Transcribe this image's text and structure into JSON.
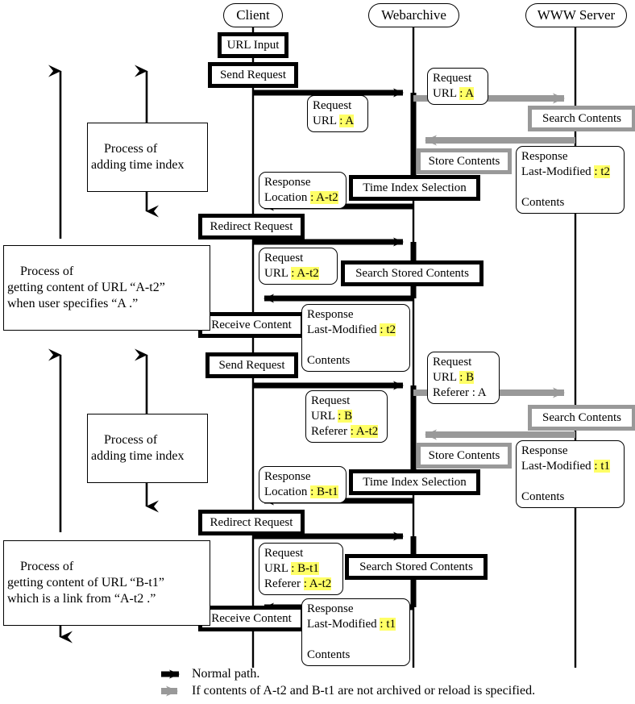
{
  "diagram": {
    "title": "Webarchive time-index sequence diagram",
    "colors": {
      "normal_path": "#000000",
      "alt_path": "#999999",
      "highlight": "#ffff66",
      "background": "#ffffff"
    }
  },
  "actors": [
    {
      "id": "client",
      "label": "Client"
    },
    {
      "id": "webarchive",
      "label": "Webarchive"
    },
    {
      "id": "server",
      "label": "WWW Server"
    }
  ],
  "process_labels": [
    {
      "id": "p1",
      "text": "Process of\nadding time index"
    },
    {
      "id": "p2",
      "text": "Process of\ngetting content of URL “A-t2”\nwhen user specifies “A .”"
    },
    {
      "id": "p3",
      "text": "Process of\nadding time index"
    },
    {
      "id": "p4",
      "text": "Process of\ngetting content of URL “B-t1”\nwhich is a link from “A-t2 .”"
    }
  ],
  "activity_boxes": [
    {
      "id": "a1",
      "label": "URL Input",
      "style": "solid"
    },
    {
      "id": "a2",
      "label": "Send Request",
      "style": "solid"
    },
    {
      "id": "a3",
      "label": "Search Contents",
      "style": "gray"
    },
    {
      "id": "a4",
      "label": "Store Contents",
      "style": "gray"
    },
    {
      "id": "a5",
      "label": "Time Index Selection",
      "style": "solid"
    },
    {
      "id": "a6",
      "label": "Redirect Request",
      "style": "solid"
    },
    {
      "id": "a7",
      "label": "Search Stored Contents",
      "style": "solid"
    },
    {
      "id": "a8",
      "label": "Receive Content",
      "style": "solid"
    },
    {
      "id": "a9",
      "label": "Send Request",
      "style": "solid"
    },
    {
      "id": "a10",
      "label": "Search Contents",
      "style": "gray"
    },
    {
      "id": "a11",
      "label": "Store Contents",
      "style": "gray"
    },
    {
      "id": "a12",
      "label": "Time Index Selection",
      "style": "solid"
    },
    {
      "id": "a13",
      "label": "Redirect Request",
      "style": "solid"
    },
    {
      "id": "a14",
      "label": "Search Stored Contents",
      "style": "solid"
    },
    {
      "id": "a15",
      "label": "Receive Content",
      "style": "solid"
    }
  ],
  "notes": [
    {
      "id": "n1",
      "lines": [
        {
          "text": "Request"
        },
        {
          "text": "URL ",
          "value": ": A",
          "highlight": true
        }
      ]
    },
    {
      "id": "n2",
      "lines": [
        {
          "text": "Request"
        },
        {
          "text": "URL ",
          "value": ": A",
          "highlight": true
        }
      ]
    },
    {
      "id": "n3",
      "lines": [
        {
          "text": "Response"
        },
        {
          "text": "Last-Modified ",
          "value": ": t2",
          "highlight": true
        },
        {
          "text": ""
        },
        {
          "text": "Contents"
        }
      ]
    },
    {
      "id": "n4",
      "lines": [
        {
          "text": "Response"
        },
        {
          "text": "Location ",
          "value": ": A-t2",
          "highlight": true
        }
      ]
    },
    {
      "id": "n5",
      "lines": [
        {
          "text": "Request"
        },
        {
          "text": "URL ",
          "value": ": A-t2",
          "highlight": true
        }
      ]
    },
    {
      "id": "n6",
      "lines": [
        {
          "text": "Response"
        },
        {
          "text": "Last-Modified ",
          "value": ": t2",
          "highlight": true
        },
        {
          "text": ""
        },
        {
          "text": "Contents"
        }
      ]
    },
    {
      "id": "n7",
      "lines": [
        {
          "text": "Request"
        },
        {
          "text": "URL ",
          "value": ": B",
          "highlight": true
        },
        {
          "text": "Referer : A",
          "highlight": false
        }
      ]
    },
    {
      "id": "n8",
      "lines": [
        {
          "text": "Request"
        },
        {
          "text": "URL ",
          "value": ": B",
          "highlight": true
        },
        {
          "text": "Referer ",
          "value": ": A-t2",
          "highlight": true
        }
      ]
    },
    {
      "id": "n9",
      "lines": [
        {
          "text": "Response"
        },
        {
          "text": "Last-Modified ",
          "value": ": t1",
          "highlight": true
        },
        {
          "text": ""
        },
        {
          "text": "Contents"
        }
      ]
    },
    {
      "id": "n10",
      "lines": [
        {
          "text": "Response"
        },
        {
          "text": "Location ",
          "value": ": B-t1",
          "highlight": true
        }
      ]
    },
    {
      "id": "n11",
      "lines": [
        {
          "text": "Request"
        },
        {
          "text": "URL ",
          "value": ": B-t1",
          "highlight": true
        },
        {
          "text": "Referer ",
          "value": ": A-t2",
          "highlight": true
        }
      ]
    },
    {
      "id": "n12",
      "lines": [
        {
          "text": "Response"
        },
        {
          "text": "Last-Modified ",
          "value": ": t1",
          "highlight": true
        },
        {
          "text": ""
        },
        {
          "text": "Contents"
        }
      ]
    }
  ],
  "legend": [
    {
      "id": "l1",
      "marker": "black-arrow-icon",
      "text": "Normal path."
    },
    {
      "id": "l2",
      "marker": "gray-arrow-icon",
      "text": "If contents of A-t2 and B-t1 are not archived or reload is specified."
    }
  ]
}
